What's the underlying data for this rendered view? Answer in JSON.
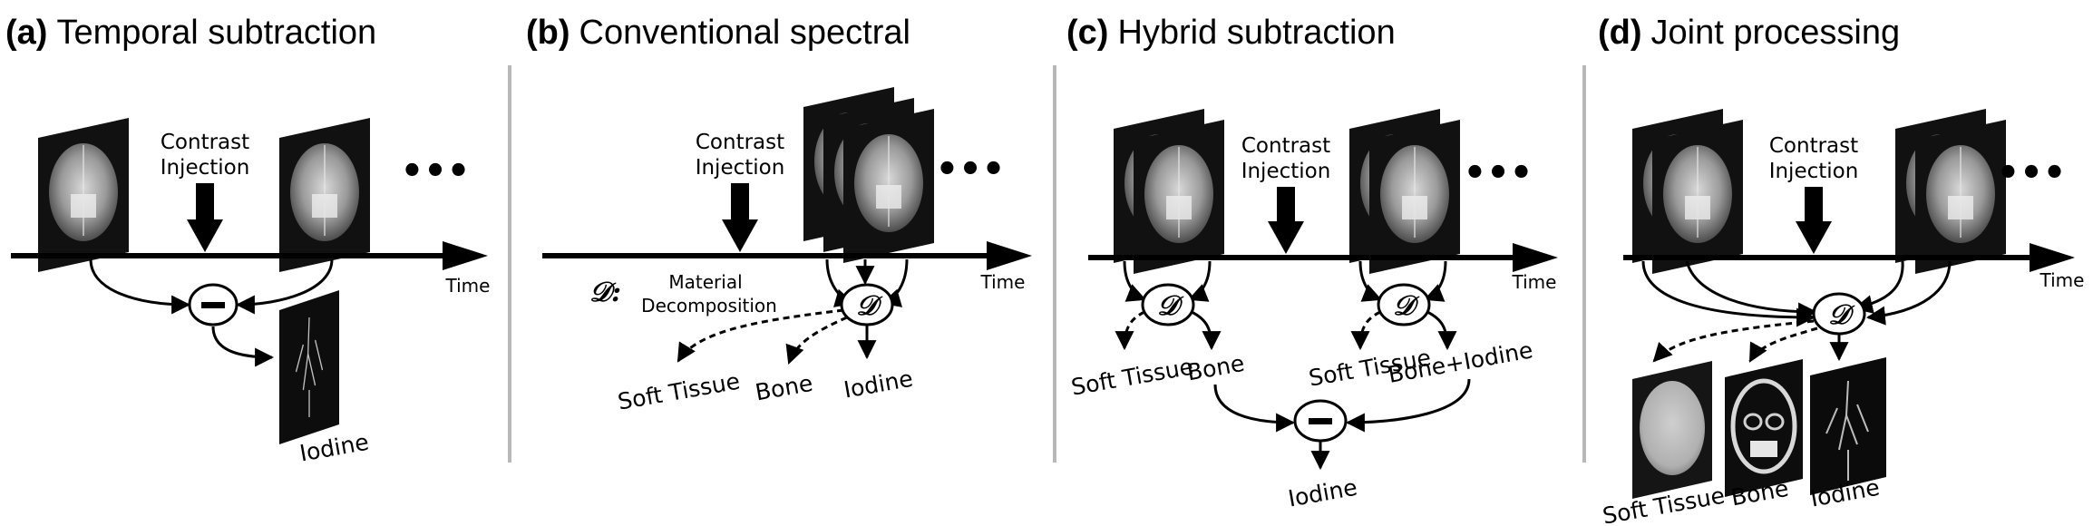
{
  "panels": [
    {
      "letter": "(a)",
      "title": "Temporal subtraction"
    },
    {
      "letter": "(b)",
      "title": "Conventional spectral"
    },
    {
      "letter": "(c)",
      "title": "Hybrid subtraction"
    },
    {
      "letter": "(d)",
      "title": "Joint processing"
    }
  ],
  "common": {
    "contrast_line1": "Contrast",
    "contrast_line2": "Injection",
    "time": "Time",
    "ellipsis": "•••",
    "decomp_symbol": "𝒟",
    "minus": "−"
  },
  "panel_b": {
    "decomp_key": "𝒟:",
    "decomp_line1": "Material",
    "decomp_line2": "Decomposition",
    "out_soft": "Soft Tissue",
    "out_bone": "Bone",
    "out_iodine": "Iodine"
  },
  "panel_a": {
    "out_iodine": "Iodine"
  },
  "panel_c": {
    "out_soft_1": "Soft Tissue",
    "out_bone_1": "Bone",
    "out_soft_2": "Soft Tissue",
    "out_boneiodine_2": "Bone+Iodine",
    "out_iodine": "Iodine"
  },
  "panel_d": {
    "out_soft": "Soft Tissue",
    "out_bone": "Bone",
    "out_iodine": "Iodine"
  }
}
